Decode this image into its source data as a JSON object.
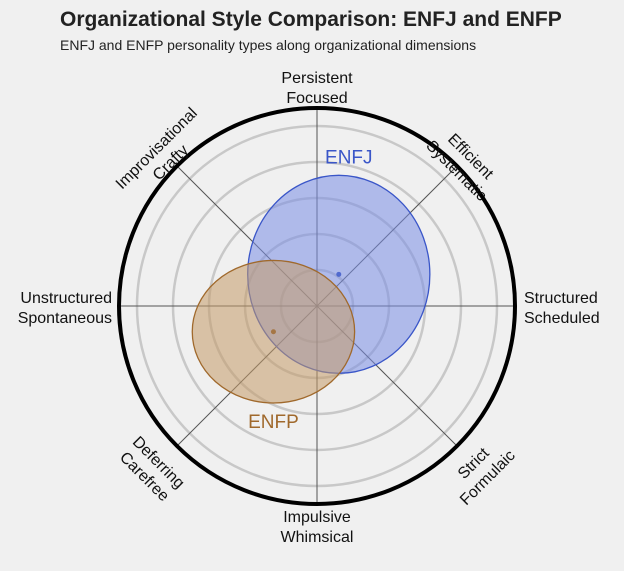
{
  "title": "Organizational Style Comparison: ENFJ and ENFP",
  "subtitle": "ENFJ and ENFP personality types along organizational dimensions",
  "chart_data": {
    "type": "polar-ellipse",
    "title": "Organizational Style Comparison: ENFJ and ENFP",
    "subtitle": "ENFJ and ENFP personality types along organizational dimensions",
    "axes": [
      {
        "id": "top",
        "lines": [
          "Persistent",
          "Focused"
        ],
        "angle_deg": 90
      },
      {
        "id": "top-right",
        "lines": [
          "Efficient",
          "Systematic"
        ],
        "angle_deg": 45
      },
      {
        "id": "right",
        "lines": [
          "Structured",
          "Scheduled"
        ],
        "angle_deg": 0
      },
      {
        "id": "bottom-right",
        "lines": [
          "Strict",
          "Formulaic"
        ],
        "angle_deg": -45
      },
      {
        "id": "bottom",
        "lines": [
          "Impulsive",
          "Whimsical"
        ],
        "angle_deg": -90
      },
      {
        "id": "bottom-left",
        "lines": [
          "Deferring",
          "Carefree"
        ],
        "angle_deg": -135
      },
      {
        "id": "left",
        "lines": [
          "Unstructured",
          "Spontaneous"
        ],
        "angle_deg": 180
      },
      {
        "id": "top-left",
        "lines": [
          "Improvisational",
          "Crafty"
        ],
        "angle_deg": 135
      }
    ],
    "rings": 5,
    "range": [
      -1,
      1
    ],
    "series": [
      {
        "name": "ENFJ",
        "center": [
          0.11,
          0.16
        ],
        "radius": [
          0.46,
          0.5
        ],
        "color": "#3a56c8",
        "fill": "#7a8ee6"
      },
      {
        "name": "ENFP",
        "center": [
          -0.22,
          -0.13
        ],
        "radius": [
          0.41,
          0.36
        ],
        "color": "#a0692c",
        "fill": "#c49a68"
      }
    ]
  }
}
